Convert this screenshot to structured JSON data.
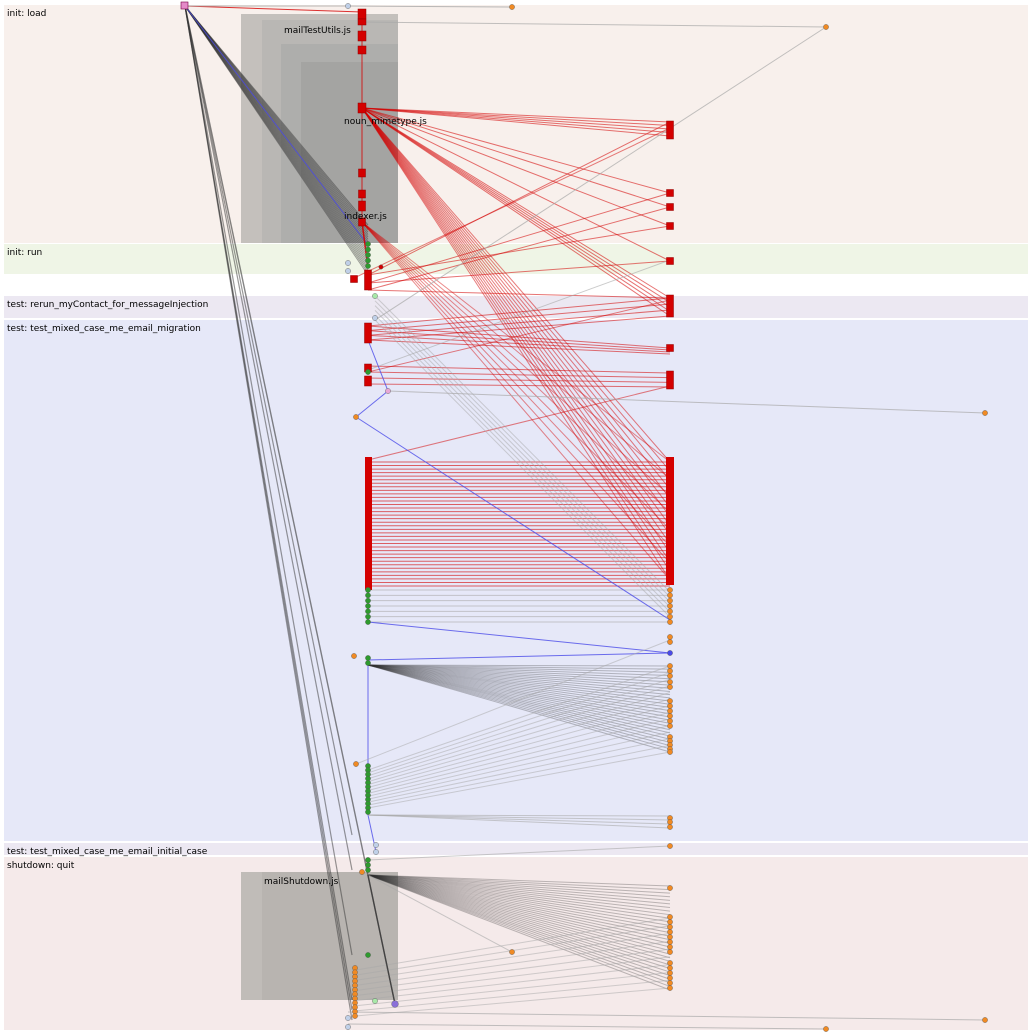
{
  "phases": [
    {
      "label": "init: load",
      "color": "#f8f0ec"
    },
    {
      "label": "init: run",
      "color": "#eff5e6"
    },
    {
      "label": "test: rerun_myContact_for_messageInjection",
      "color": "#ece8f2"
    },
    {
      "label": "test: test_mixed_case_me_email_migration",
      "color": "#e6e8f8"
    },
    {
      "label": "test: test_mixed_case_me_email_initial_case",
      "color": "#ece8f2"
    },
    {
      "label": "shutdown: quit",
      "color": "#f5eaea"
    }
  ],
  "files": [
    {
      "label": "mailTestUtils.js"
    },
    {
      "label": "noun_mimetype.js"
    },
    {
      "label": "indexer.js"
    },
    {
      "label": "mailShutdown.js"
    }
  ],
  "colors": {
    "red": "#d40000",
    "green": "#2e9a2e",
    "orange": "#f08a24",
    "blue": "#4a4ae8",
    "gray": "#a8a8a8",
    "dark": "#333333",
    "pink": "#e48ac8"
  }
}
